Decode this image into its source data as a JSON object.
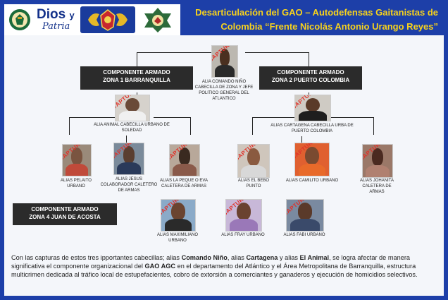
{
  "header": {
    "logo_text_1": "Dios",
    "logo_text_1b": "y",
    "logo_text_2": "Patria",
    "title_line_1": "Desarticulación del GAO – Autodefensas Gaitanistas de",
    "title_line_2": "Colombia “Frente Nicolás Antonio Urango Reyes”"
  },
  "boxes": {
    "zona1": "COMPONENTE ARMADO ZONA 1 BARRANQUILLA",
    "zona1_l1": "COMPONENTE ARMADO",
    "zona1_l2": "ZONA 1 BARRANQUILLA",
    "zona2_l1": "COMPONENTE ARMADO",
    "zona2_l2": "ZONA 2 PUERTO COLOMBIA",
    "zona4_l1": "COMPONENTE ARMADO",
    "zona4_l2": "ZONA 4 JUAN DE ACOSTA"
  },
  "stamp": "CAPTURADO",
  "people": {
    "comando": "ALIA COMANDO NIÑO CABECILLA DE ZONA Y JEFE POLITICO GENERAL DEL ATLANTICO",
    "animal": "ALIA ANIMAL CABECILLA URBANO DE SOLEDAD",
    "cartagena": "ALIAS CARTAGENA CABECILLA URBA DE PUERTO COLOMBIA",
    "pelaito": "ALIAS PELAITO URBANO",
    "jesus": "ALIAS JESUS COLABORADOR CALETERO DE ARMAS",
    "peque": "ALIAS LA PEQUE O EVA CALETERA DE ARMAS",
    "bebo": "ALIAS EL BEBO PUNTO",
    "camilito": "ALIAS CAMILITO URBANO",
    "johanita": "ALIAS JOHANITA CALETERA DE ARMAS",
    "maximiliano": "ALIAS MAXIMILIANO URBANO",
    "fray": "ALIAS FRAY URBANO",
    "fabi": "ALIAS FABI URBANO"
  },
  "paragraph": {
    "p1": "Con las capturas de estos tres ipportantes cabecillas; alias ",
    "b1": "Comando Niño",
    "p2": ", alias ",
    "b2": "Cartagena",
    "p3": " y alias ",
    "b3": "El Animal",
    "p4": ", se logra afectar de manera significativa el componente organizacional del ",
    "b4": "GAO AGC",
    "p5": " en el departamento del Atlántico y el Área Metropolitana de Barranquilla, estructura multicrimen dedicada al tráfico local de estupefacientes, cobro de extorsión a comerciantes y ganaderos y ejecución de homicidios selectivos."
  },
  "colors": {
    "frame": "#1d3fa8",
    "title": "#f7d21c",
    "stamp": "#e0322a",
    "box": "#2b2b2b"
  }
}
